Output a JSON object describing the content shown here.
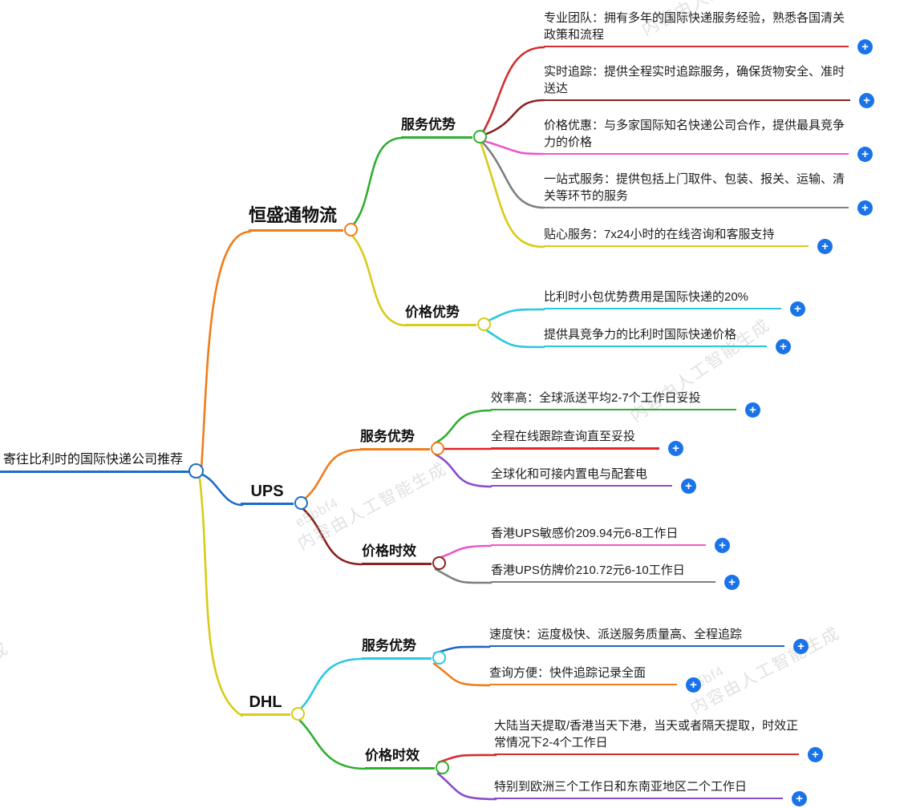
{
  "title": "寄往比利时的国际快递公司推荐",
  "root": {
    "label": "寄往比利时的国际快递公司推荐"
  },
  "branches": [
    {
      "label": "恒盛通物流",
      "children": [
        {
          "label": "服务优势",
          "leaves": [
            "专业团队：拥有多年的国际快递服务经验，熟悉各国清关政策和流程",
            "实时追踪：提供全程实时追踪服务，确保货物安全、准时送达",
            "价格优惠：与多家国际知名快递公司合作，提供最具竞争力的价格",
            "一站式服务：提供包括上门取件、包装、报关、运输、清关等环节的服务",
            "贴心服务：7x24小时的在线咨询和客服支持"
          ]
        },
        {
          "label": "价格优势",
          "leaves": [
            "比利时小包优势费用是国际快递的20%",
            "提供具竞争力的比利时国际快递价格"
          ]
        }
      ]
    },
    {
      "label": "UPS",
      "children": [
        {
          "label": "服务优势",
          "leaves": [
            "效率高：全球派送平均2-7个工作日妥投",
            "全程在线跟踪查询直至妥投",
            "全球化和可接内置电与配套电"
          ]
        },
        {
          "label": "价格时效",
          "leaves": [
            "香港UPS敏感价209.94元6-8工作日",
            "香港UPS仿牌价210.72元6-10工作日"
          ]
        }
      ]
    },
    {
      "label": "DHL",
      "children": [
        {
          "label": "服务优势",
          "leaves": [
            "速度快：运度极快、派送服务质量高、全程追踪",
            "查询方便：快件追踪记录全面"
          ]
        },
        {
          "label": "价格时效",
          "leaves": [
            "大陆当天提取/香港当天下港，当天或者隔天提取，时效正常情况下2-4个工作日",
            "特别到欧洲三个工作日和东南亚地区二个工作日"
          ]
        }
      ]
    }
  ],
  "icons": {
    "plus": "+"
  },
  "watermark": {
    "phrase": "内容由人工智能生成",
    "codes": [
      "e5bbf4",
      "a6bf4"
    ],
    "fragment": "成"
  },
  "colors": {
    "root_blue": "#1b6ec8",
    "orange": "#f07d1a",
    "green": "#2faf2f",
    "yellow": "#d9cb16",
    "red": "#d22f2f",
    "bright_red": "#e32424",
    "maroon": "#8b2121",
    "pink": "#ee58c8",
    "gray": "#7f7f7f",
    "cyan": "#2bc7e3",
    "purple": "#8b4bc9",
    "leaf_blue": "#2065c0",
    "plus_blue": "#1a73e8"
  }
}
